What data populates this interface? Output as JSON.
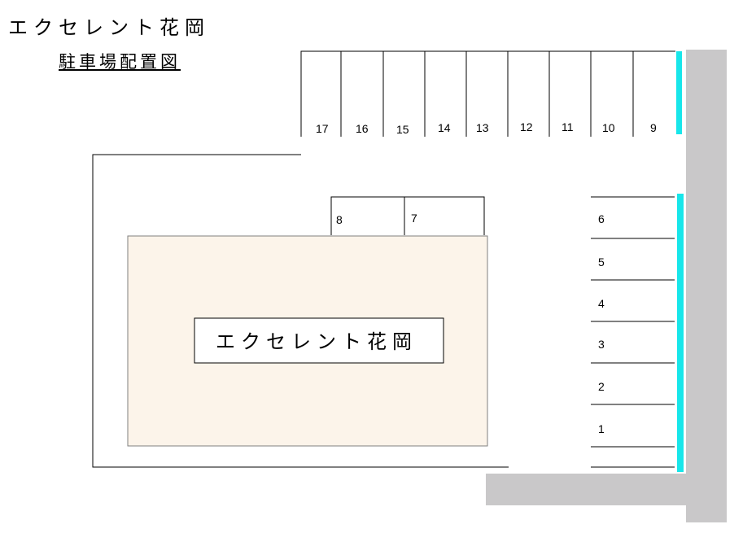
{
  "title": "エクセレント花岡",
  "subtitle": "駐車場配置図",
  "building_label": "エクセレント花岡",
  "spaces_top": [
    "17",
    "16",
    "15",
    "14",
    "13",
    "12",
    "11",
    "10",
    "9"
  ],
  "spaces_mid": [
    "8",
    "7"
  ],
  "spaces_right": [
    "6",
    "5",
    "4",
    "3",
    "2",
    "1"
  ],
  "colors": {
    "road": "#c9c8c9",
    "building_fill": "#fcf4ea",
    "fence": "#17e6ea",
    "line": "#000000"
  }
}
